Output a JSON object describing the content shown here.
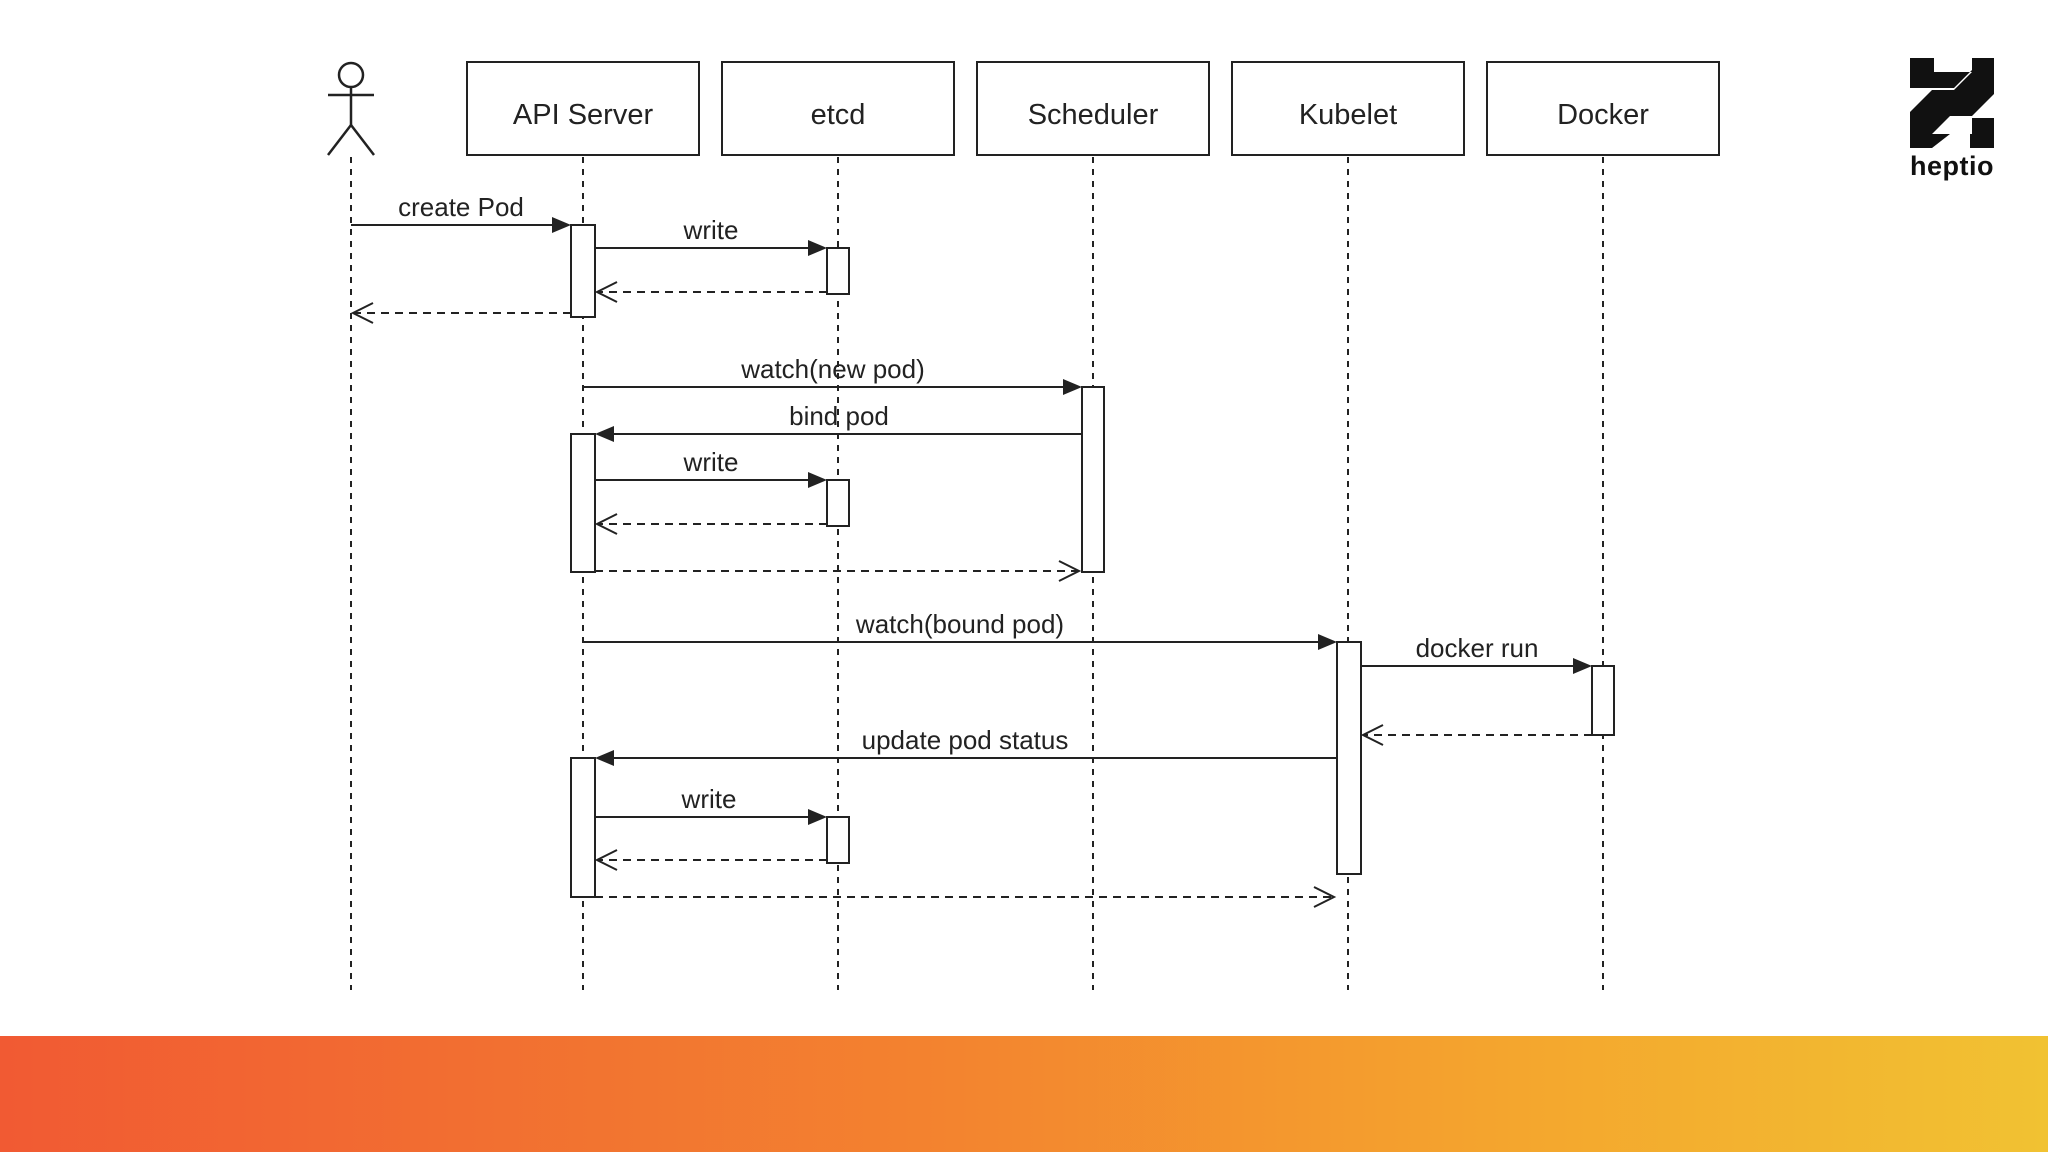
{
  "diagram": {
    "participants": [
      {
        "id": "user",
        "label": "",
        "type": "actor",
        "icon": "stick-figure-actor-icon"
      },
      {
        "id": "api",
        "label": "API Server",
        "type": "box"
      },
      {
        "id": "etcd",
        "label": "etcd",
        "type": "box"
      },
      {
        "id": "sched",
        "label": "Scheduler",
        "type": "box"
      },
      {
        "id": "kubelet",
        "label": "Kubelet",
        "type": "box"
      },
      {
        "id": "docker",
        "label": "Docker",
        "type": "box"
      }
    ],
    "messages": [
      {
        "from": "user",
        "to": "api",
        "label": "create Pod",
        "style": "solid"
      },
      {
        "from": "api",
        "to": "etcd",
        "label": "write",
        "style": "solid"
      },
      {
        "from": "etcd",
        "to": "api",
        "label": "",
        "style": "dashed"
      },
      {
        "from": "api",
        "to": "user",
        "label": "",
        "style": "dashed"
      },
      {
        "from": "api",
        "to": "sched",
        "label": "watch(new pod)",
        "style": "solid"
      },
      {
        "from": "sched",
        "to": "api",
        "label": "bind pod",
        "style": "solid"
      },
      {
        "from": "api",
        "to": "etcd",
        "label": "write",
        "style": "solid"
      },
      {
        "from": "etcd",
        "to": "api",
        "label": "",
        "style": "dashed"
      },
      {
        "from": "api",
        "to": "sched",
        "label": "",
        "style": "dashed"
      },
      {
        "from": "api",
        "to": "kubelet",
        "label": "watch(bound pod)",
        "style": "solid"
      },
      {
        "from": "kubelet",
        "to": "docker",
        "label": "docker run",
        "style": "solid"
      },
      {
        "from": "docker",
        "to": "kubelet",
        "label": "",
        "style": "dashed"
      },
      {
        "from": "kubelet",
        "to": "api",
        "label": "update pod status",
        "style": "solid"
      },
      {
        "from": "api",
        "to": "etcd",
        "label": "write",
        "style": "solid"
      },
      {
        "from": "etcd",
        "to": "api",
        "label": "",
        "style": "dashed"
      },
      {
        "from": "api",
        "to": "kubelet",
        "label": "",
        "style": "dashed"
      }
    ]
  },
  "logo": {
    "text": "heptio",
    "icon": "heptio-logo-icon"
  },
  "footer": {
    "colors": [
      "#f15a33",
      "#f3822f",
      "#f4a72e",
      "#f1c232"
    ]
  }
}
